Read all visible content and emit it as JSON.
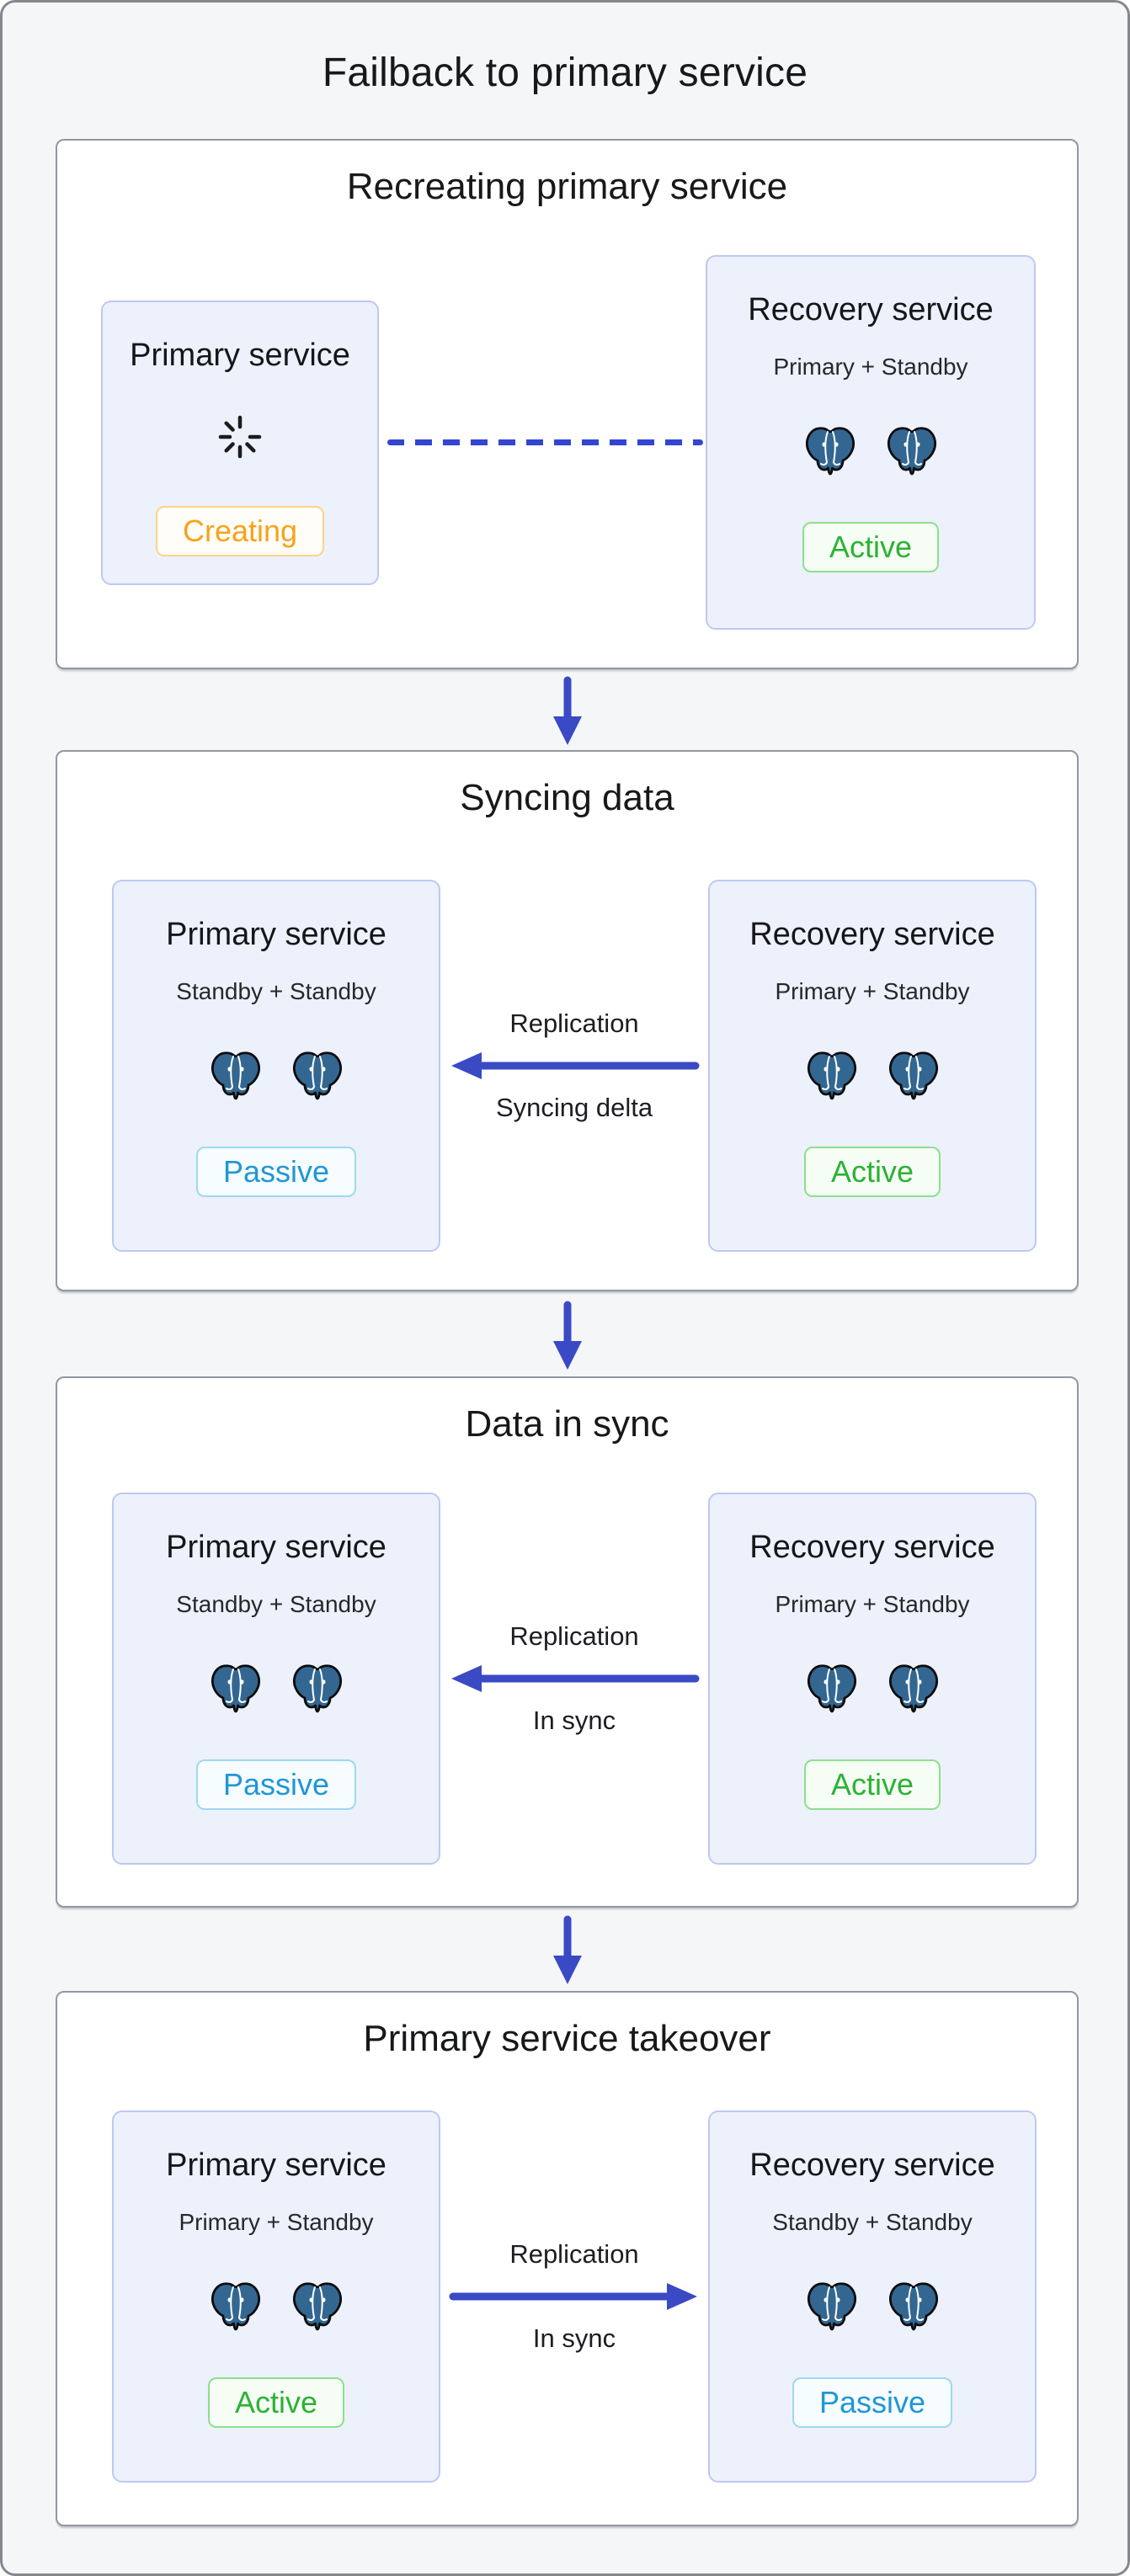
{
  "diagram": {
    "title": "Failback to primary service"
  },
  "colors": {
    "arrow_blue": "#3a49c4",
    "dash_blue": "#3345d1",
    "postgres_blue": "#336791",
    "creating_orange": "#f7a21b",
    "active_green": "#2cb234",
    "passive_blue": "#2196d6",
    "node_fill": "#edf1fc",
    "node_border": "#bdc9f1"
  },
  "sections": [
    {
      "title": "Recreating primary service",
      "left_node": {
        "title": "Primary service",
        "status": "Creating"
      },
      "right_node": {
        "title": "Recovery service",
        "subtitle": "Primary + Standby",
        "status": "Active"
      },
      "connector": {
        "style": "dashed",
        "label_top": "",
        "label_bottom": ""
      }
    },
    {
      "title": "Syncing data",
      "left_node": {
        "title": "Primary service",
        "subtitle": "Standby + Standby",
        "status": "Passive"
      },
      "right_node": {
        "title": "Recovery service",
        "subtitle": "Primary + Standby",
        "status": "Active"
      },
      "connector": {
        "style": "solid-arrow",
        "direction": "right-to-left",
        "label_top": "Replication",
        "label_bottom": "Syncing delta"
      }
    },
    {
      "title": "Data in sync",
      "left_node": {
        "title": "Primary service",
        "subtitle": "Standby + Standby",
        "status": "Passive"
      },
      "right_node": {
        "title": "Recovery service",
        "subtitle": "Primary + Standby",
        "status": "Active"
      },
      "connector": {
        "style": "solid-arrow",
        "direction": "right-to-left",
        "label_top": "Replication",
        "label_bottom": "In sync"
      }
    },
    {
      "title": "Primary service takeover",
      "left_node": {
        "title": "Primary service",
        "subtitle": "Primary + Standby",
        "status": "Active"
      },
      "right_node": {
        "title": "Recovery service",
        "subtitle": "Standby + Standby",
        "status": "Passive"
      },
      "connector": {
        "style": "solid-arrow",
        "direction": "left-to-right",
        "label_top": "Replication",
        "label_bottom": "In sync"
      }
    }
  ]
}
